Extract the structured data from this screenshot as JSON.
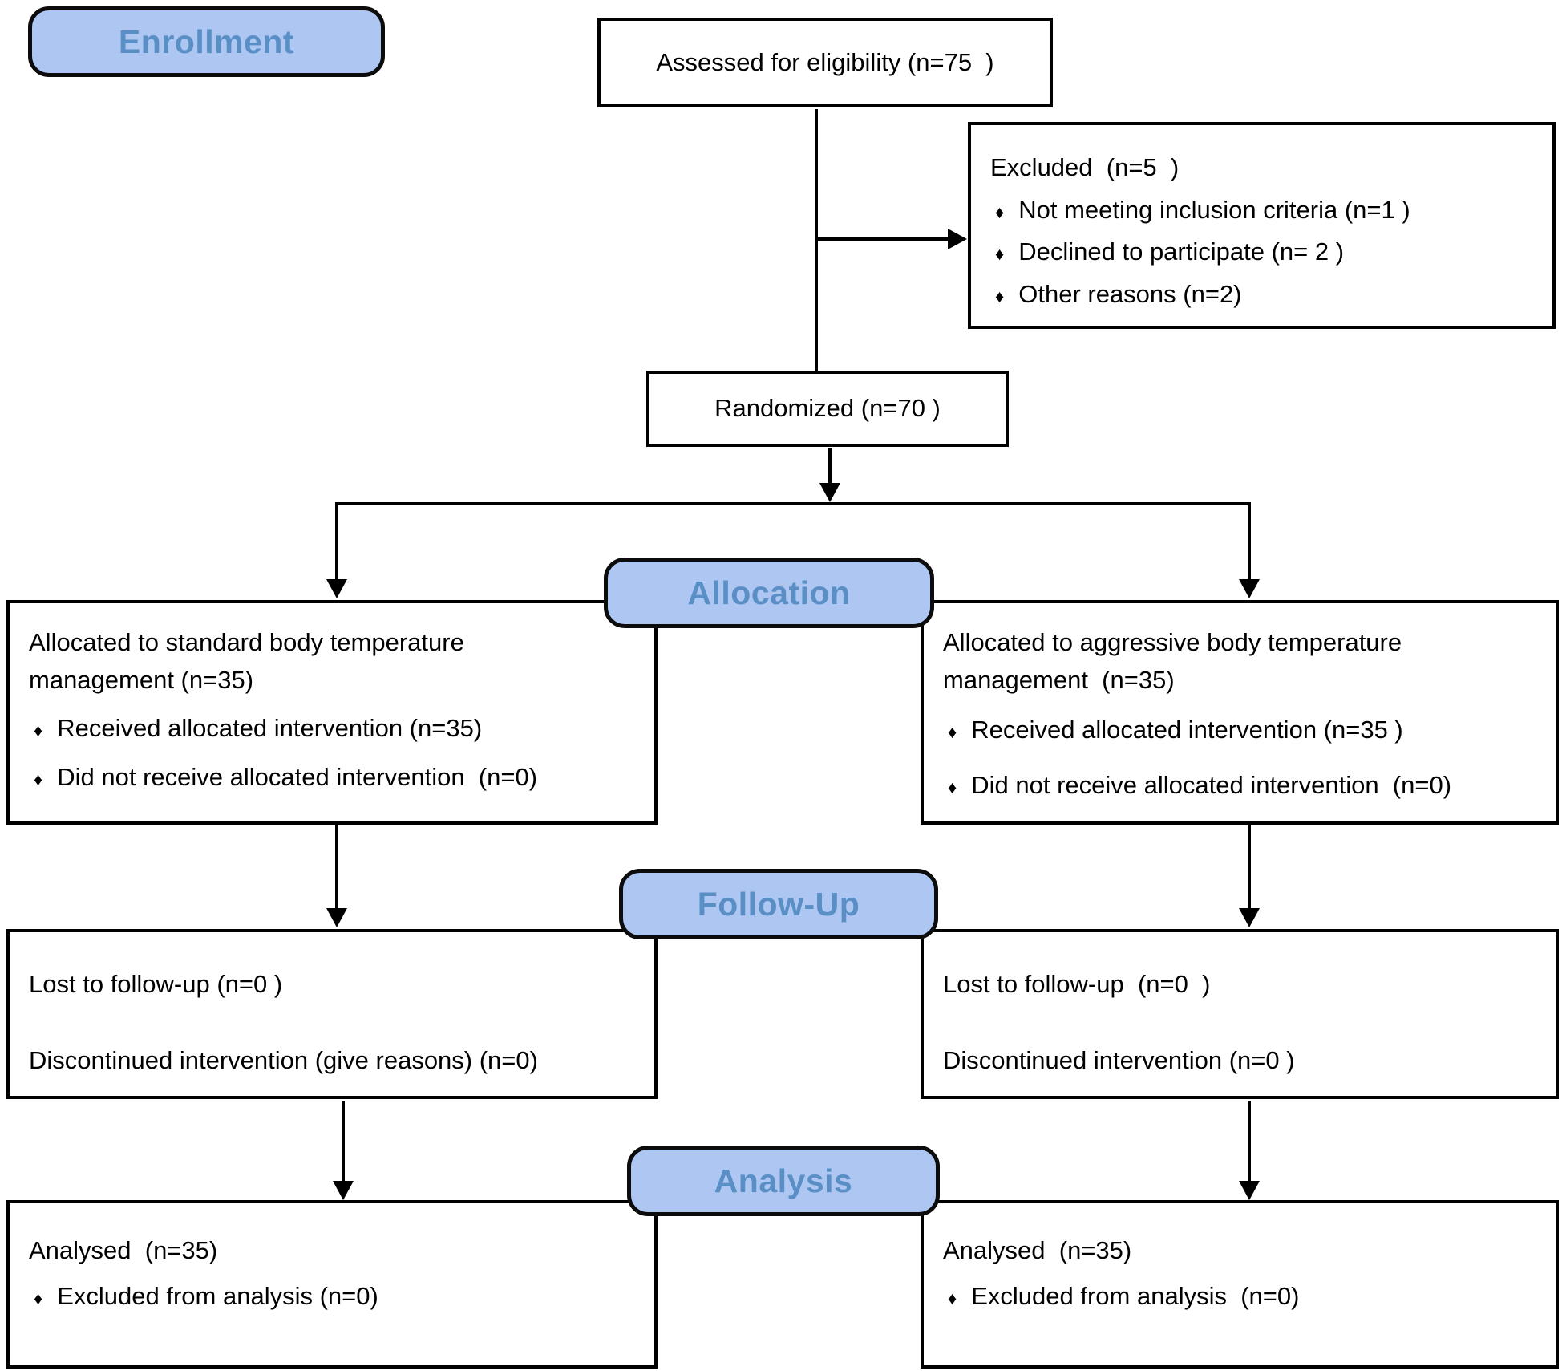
{
  "badges": {
    "enrollment": "Enrollment",
    "allocation": "Allocation",
    "followup": "Follow-Up",
    "analysis": "Analysis"
  },
  "icons": {
    "diamond_bullet": "♦"
  },
  "boxes": {
    "assessed": {
      "text": "Assessed for eligibility (n=75  )"
    },
    "excluded": {
      "title": "Excluded  (n=5  )",
      "bullets": [
        "Not meeting inclusion criteria (n=1 )",
        "Declined to participate (n= 2 )",
        "Other reasons (n=2)"
      ]
    },
    "randomized": {
      "text": "Randomized (n=70 )"
    },
    "allocation_left": {
      "title": "Allocated to standard body temperature management (n=35)",
      "bullets": [
        "Received allocated intervention (n=35)",
        "Did not receive allocated intervention  (n=0)"
      ]
    },
    "allocation_right": {
      "title": "Allocated to aggressive body temperature management  (n=35)",
      "bullets": [
        "Received allocated intervention (n=35 )",
        "Did not receive allocated intervention  (n=0)"
      ]
    },
    "followup_left": {
      "lines": [
        "Lost to follow-up (n=0 )",
        "Discontinued intervention (give reasons) (n=0)"
      ]
    },
    "followup_right": {
      "lines": [
        "Lost to follow-up  (n=0  )",
        "Discontinued intervention (n=0 )"
      ]
    },
    "analysis_left": {
      "title": "Analysed  (n=35)",
      "bullets": [
        "Excluded from analysis (n=0)"
      ]
    },
    "analysis_right": {
      "title": "Analysed  (n=35)",
      "bullets": [
        "Excluded from analysis  (n=0)"
      ]
    }
  },
  "colors": {
    "badge_fill": "#adc6f2",
    "badge_border": "#0c0c0c",
    "badge_text": "#5a8fc6",
    "box_border": "#000000",
    "text": "#000000",
    "background": "#ffffff"
  }
}
